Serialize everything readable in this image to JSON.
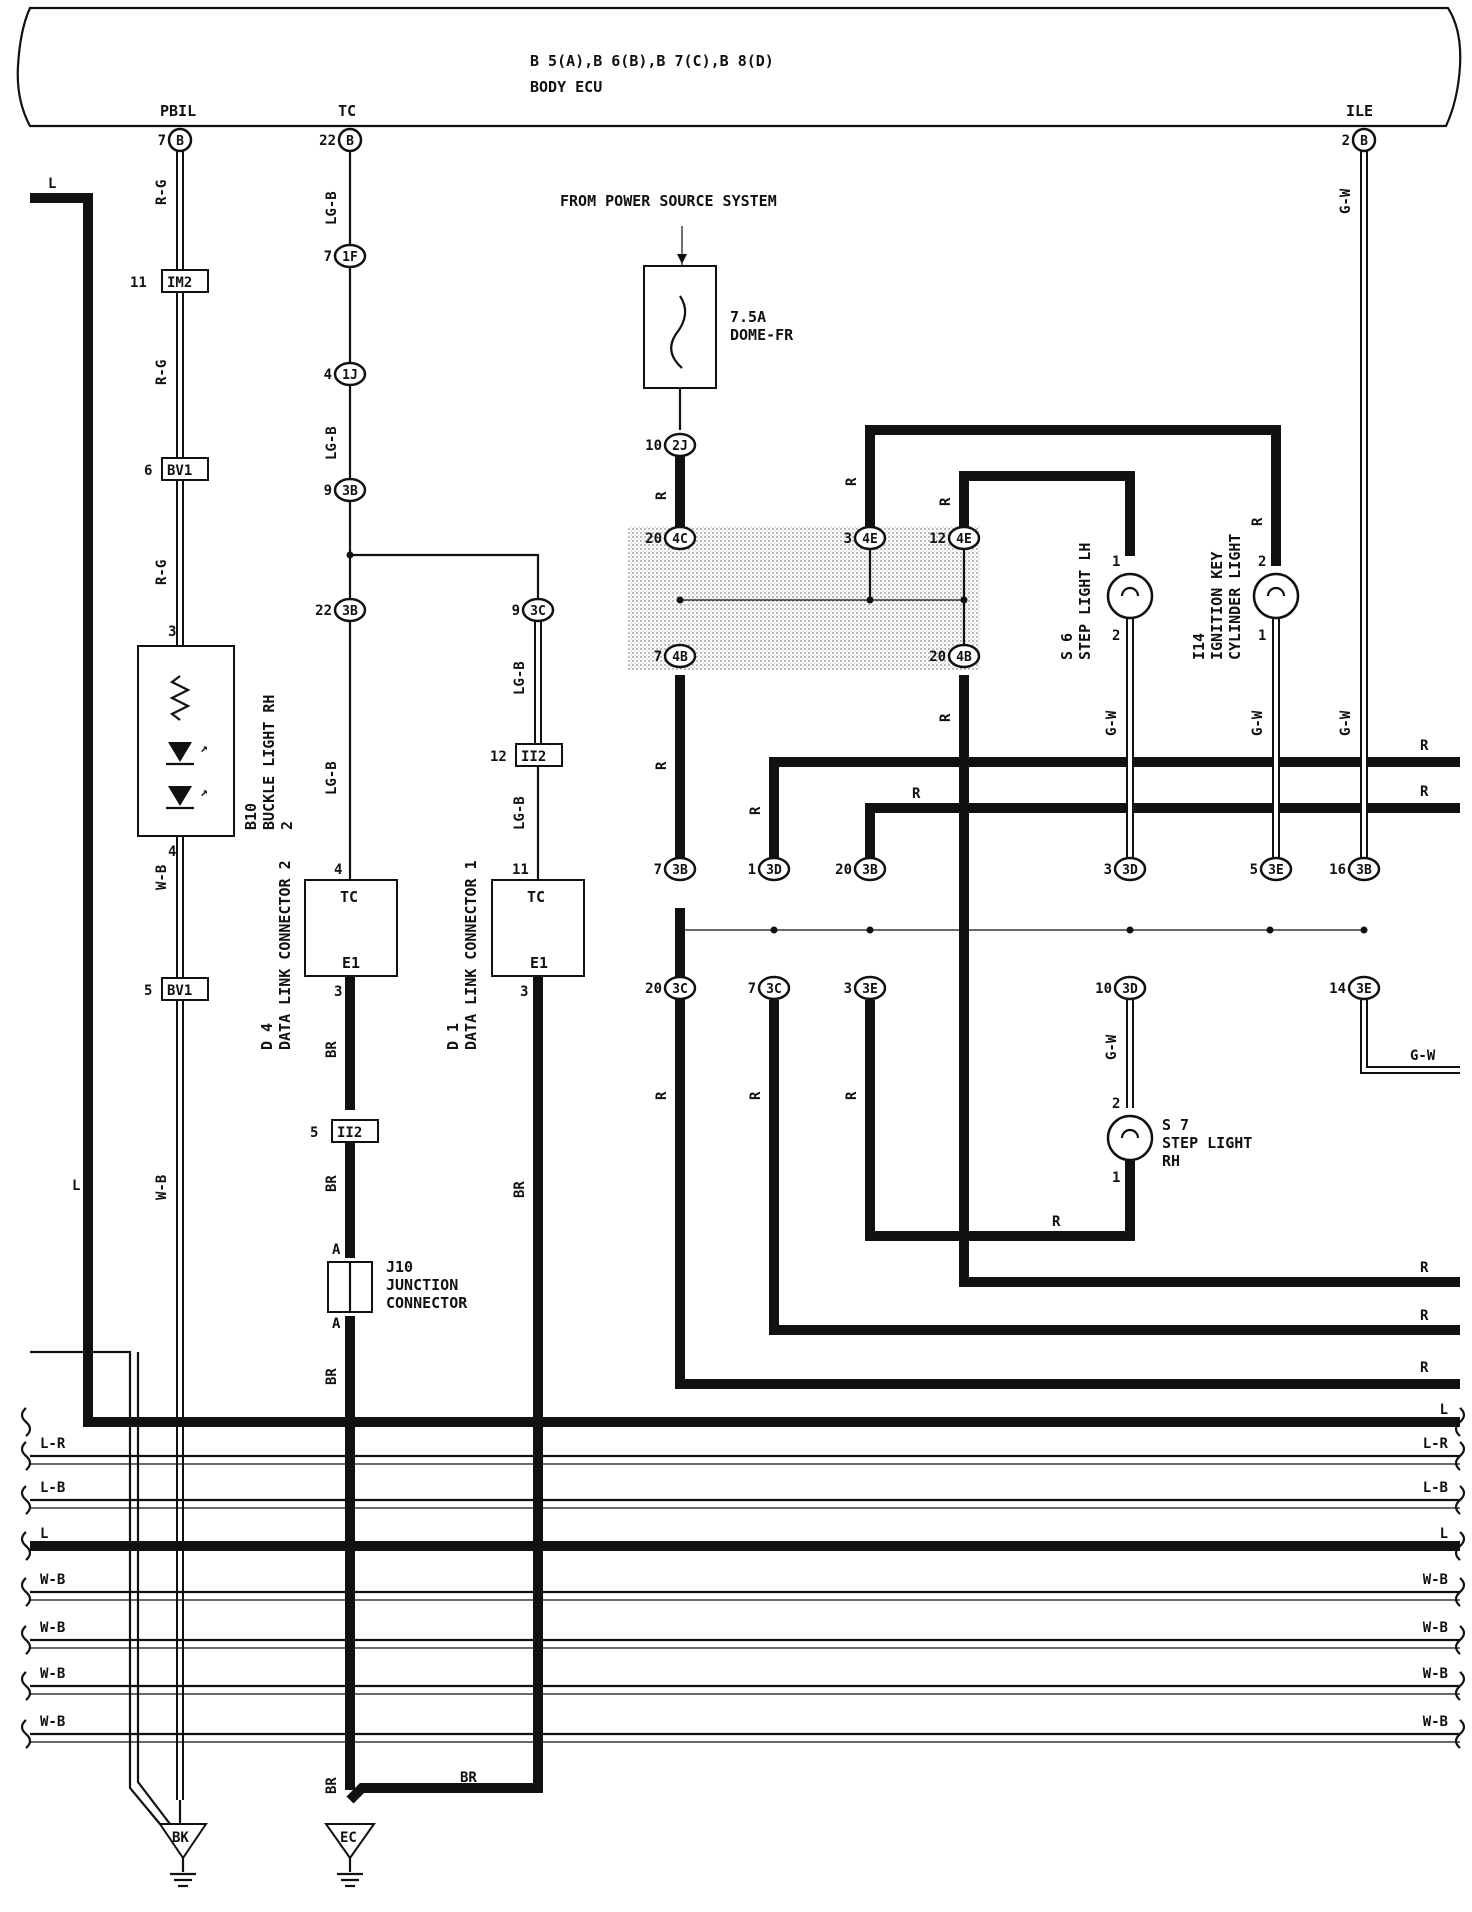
{
  "ecu": {
    "title_line1": "B 5(A),B 6(B),B 7(C),B 8(D)",
    "title_line2": "BODY ECU",
    "pins": [
      {
        "name": "PBIL",
        "num": "7",
        "conn": "B"
      },
      {
        "name": "TC",
        "num": "22",
        "conn": "B"
      },
      {
        "name": "ILE",
        "num": "2",
        "conn": "B"
      }
    ]
  },
  "power_source": {
    "label": "FROM POWER SOURCE SYSTEM",
    "fuse_rating": "7.5A",
    "fuse_name": "DOME-FR"
  },
  "components": {
    "b10": {
      "id": "B10",
      "line1": "BUCKLE LIGHT RH",
      "line2": "2",
      "pin_top": "3",
      "pin_bottom": "4"
    },
    "d4": {
      "id": "D 4",
      "name": "DATA LINK CONNECTOR 2",
      "pin_top": "4",
      "pin_bottom": "3",
      "term_top": "TC",
      "term_bottom": "E1"
    },
    "d1": {
      "id": "D 1",
      "name": "DATA LINK CONNECTOR 1",
      "pin_top": "11",
      "pin_bottom": "3",
      "term_top": "TC",
      "term_bottom": "E1"
    },
    "j10": {
      "id": "J10",
      "line1": "JUNCTION",
      "line2": "CONNECTOR",
      "pin": "A"
    },
    "s6": {
      "id": "S 6",
      "name": "STEP LIGHT LH",
      "pin1": "1",
      "pin2": "2"
    },
    "s7": {
      "id": "S 7",
      "name": "STEP LIGHT",
      "name2": "RH",
      "pin1": "1",
      "pin2": "2"
    },
    "i14": {
      "id": "I14",
      "line1": "IGNITION KEY",
      "line2": "CYLINDER LIGHT",
      "pin1": "1",
      "pin2": "2"
    }
  },
  "connectors": {
    "im2": {
      "num": "11",
      "label": "IM2"
    },
    "bv1_top": {
      "num": "6",
      "label": "BV1"
    },
    "bv1_bot": {
      "num": "5",
      "label": "BV1"
    },
    "c1f": {
      "num": "7",
      "label": "1F"
    },
    "c1j": {
      "num": "4",
      "label": "1J"
    },
    "c3b_9": {
      "num": "9",
      "label": "3B"
    },
    "c3b_22": {
      "num": "22",
      "label": "3B"
    },
    "c3c_9": {
      "num": "9",
      "label": "3C"
    },
    "ii2_12": {
      "num": "12",
      "label": "II2"
    },
    "ii2_5": {
      "num": "5",
      "label": "II2"
    },
    "c2j": {
      "num": "10",
      "label": "2J"
    },
    "c4c": {
      "num": "20",
      "label": "4C"
    },
    "c4e_3": {
      "num": "3",
      "label": "4E"
    },
    "c4e_12": {
      "num": "12",
      "label": "4E"
    },
    "c4b_7": {
      "num": "7",
      "label": "4B"
    },
    "c4b_20": {
      "num": "20",
      "label": "4B"
    },
    "c3b_7": {
      "num": "7",
      "label": "3B"
    },
    "c3d_1": {
      "num": "1",
      "label": "3D"
    },
    "c3b_20": {
      "num": "20",
      "label": "3B"
    },
    "c3d_3": {
      "num": "3",
      "label": "3D"
    },
    "c3e_5": {
      "num": "5",
      "label": "3E"
    },
    "c3b_16": {
      "num": "16",
      "label": "3B"
    },
    "c3c_20": {
      "num": "20",
      "label": "3C"
    },
    "c3c_7": {
      "num": "7",
      "label": "3C"
    },
    "c3e_3": {
      "num": "3",
      "label": "3E"
    },
    "c3d_10": {
      "num": "10",
      "label": "3D"
    },
    "c3e_14": {
      "num": "14",
      "label": "3E"
    }
  },
  "wire_colors": {
    "rg": "R-G",
    "lgb": "LG-B",
    "wb": "W-B",
    "br": "BR",
    "r": "R",
    "gw": "G-W",
    "l": "L",
    "lr": "L-R",
    "lb": "L-B"
  },
  "grounds": {
    "bk": "BK",
    "ec": "EC"
  }
}
